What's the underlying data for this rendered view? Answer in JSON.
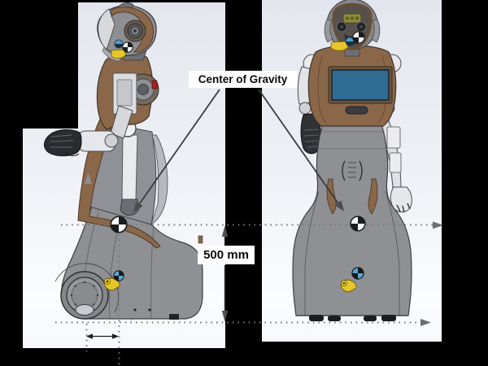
{
  "figure": {
    "type": "cad-two-view-robot-drawing",
    "left_view": "robot-side-view",
    "right_view": "robot-front-view"
  },
  "annotations": {
    "center_of_gravity_label": "Center of Gravity",
    "height_dimension": "500 mm"
  },
  "icons": {
    "primary_marker": "center-of-gravity-marker",
    "secondary_marker": "secondary-center-of-gravity-marker",
    "datum_arrow": "dotted-datum-arrow",
    "offset_arrow": "double-headed-offset-arrow"
  },
  "colors": {
    "background": "#000000",
    "panel_top": "#e3e6ee",
    "panel_bottom": "#fbfcfe",
    "robot_gray": "#8f9094",
    "robot_brown": "#8a6748",
    "arm_white": "#e6e7ea",
    "screen_blue": "#2f6b92",
    "accent_yellow": "#e8c629",
    "accent_blue": "#4f9fd0",
    "annotation": "#74787d",
    "label_bg": "#ffffff",
    "label_fg": "#0b0b0c"
  }
}
